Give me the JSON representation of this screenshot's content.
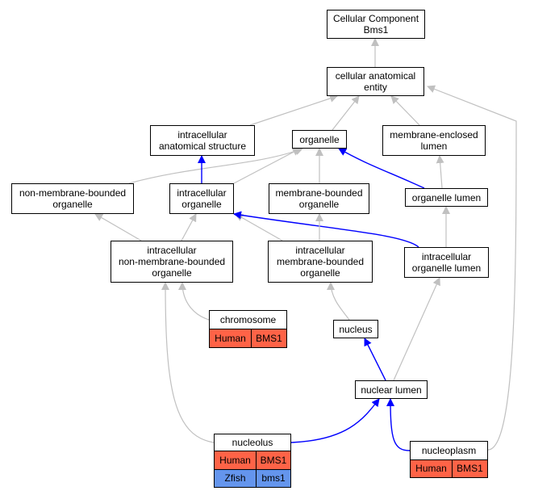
{
  "colors": {
    "is_a_edge": "#c0c0c0",
    "part_of_edge": "#0000ff",
    "human": "#ff6347",
    "zfish": "#6495ed"
  },
  "nodes": {
    "cellular_component": "Cellular Component\nBms1",
    "cellular_anatomical_entity": "cellular anatomical\nentity",
    "intracellular_anatomical_structure": "intracellular\nanatomical structure",
    "organelle": "organelle",
    "membrane_enclosed_lumen": "membrane-enclosed\nlumen",
    "non_membrane_bounded_organelle": "non-membrane-bounded\norganelle",
    "intracellular_organelle": "intracellular\norganelle",
    "membrane_bounded_organelle": "membrane-bounded\norganelle",
    "organelle_lumen": "organelle lumen",
    "intracellular_non_membrane_bounded_organelle": "intracellular\nnon-membrane-bounded\norganelle",
    "intracellular_membrane_bounded_organelle": "intracellular\nmembrane-bounded\norganelle",
    "intracellular_organelle_lumen": "intracellular\norganelle lumen",
    "nucleus": "nucleus",
    "nuclear_lumen": "nuclear lumen"
  },
  "gene_nodes": {
    "chromosome": {
      "title": "chromosome",
      "rows": [
        {
          "species": "Human",
          "gene": "BMS1",
          "color": "#ff6347"
        }
      ]
    },
    "nucleolus": {
      "title": "nucleolus",
      "rows": [
        {
          "species": "Human",
          "gene": "BMS1",
          "color": "#ff6347"
        },
        {
          "species": "Zfish",
          "gene": "bms1",
          "color": "#6495ed"
        }
      ]
    },
    "nucleoplasm": {
      "title": "nucleoplasm",
      "rows": [
        {
          "species": "Human",
          "gene": "BMS1",
          "color": "#ff6347"
        }
      ]
    }
  },
  "edges": [
    {
      "from": "cellular_anatomical_entity",
      "to": "cellular_component",
      "type": "is_a"
    },
    {
      "from": "intracellular_anatomical_structure",
      "to": "cellular_anatomical_entity",
      "type": "is_a"
    },
    {
      "from": "organelle",
      "to": "cellular_anatomical_entity",
      "type": "is_a"
    },
    {
      "from": "membrane_enclosed_lumen",
      "to": "cellular_anatomical_entity",
      "type": "is_a"
    },
    {
      "from": "nucleoplasm",
      "to": "cellular_anatomical_entity",
      "type": "is_a"
    },
    {
      "from": "non_membrane_bounded_organelle",
      "to": "organelle",
      "type": "is_a"
    },
    {
      "from": "intracellular_organelle",
      "to": "organelle",
      "type": "is_a"
    },
    {
      "from": "membrane_bounded_organelle",
      "to": "organelle",
      "type": "is_a"
    },
    {
      "from": "organelle_lumen",
      "to": "organelle",
      "type": "part_of"
    },
    {
      "from": "intracellular_organelle",
      "to": "intracellular_anatomical_structure",
      "type": "part_of"
    },
    {
      "from": "organelle_lumen",
      "to": "membrane_enclosed_lumen",
      "type": "is_a"
    },
    {
      "from": "intracellular_non_membrane_bounded_organelle",
      "to": "non_membrane_bounded_organelle",
      "type": "is_a"
    },
    {
      "from": "intracellular_non_membrane_bounded_organelle",
      "to": "intracellular_organelle",
      "type": "is_a"
    },
    {
      "from": "intracellular_membrane_bounded_organelle",
      "to": "intracellular_organelle",
      "type": "is_a"
    },
    {
      "from": "intracellular_organelle_lumen",
      "to": "intracellular_organelle",
      "type": "part_of"
    },
    {
      "from": "intracellular_membrane_bounded_organelle",
      "to": "membrane_bounded_organelle",
      "type": "is_a"
    },
    {
      "from": "intracellular_organelle_lumen",
      "to": "organelle_lumen",
      "type": "is_a"
    },
    {
      "from": "chromosome",
      "to": "intracellular_non_membrane_bounded_organelle",
      "type": "is_a"
    },
    {
      "from": "nucleolus",
      "to": "intracellular_non_membrane_bounded_organelle",
      "type": "is_a"
    },
    {
      "from": "nucleus",
      "to": "intracellular_membrane_bounded_organelle",
      "type": "is_a"
    },
    {
      "from": "nuclear_lumen",
      "to": "intracellular_organelle_lumen",
      "type": "is_a"
    },
    {
      "from": "nuclear_lumen",
      "to": "nucleus",
      "type": "part_of"
    },
    {
      "from": "nucleolus",
      "to": "nuclear_lumen",
      "type": "part_of"
    },
    {
      "from": "nucleoplasm",
      "to": "nuclear_lumen",
      "type": "part_of"
    }
  ]
}
